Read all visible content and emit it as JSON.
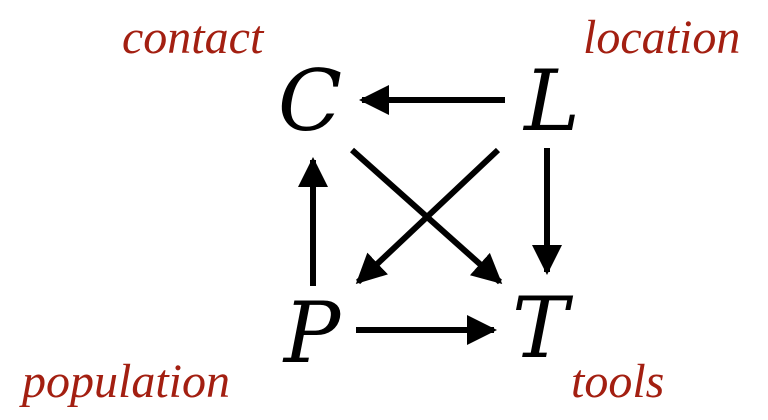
{
  "caption_color": "#a31f11",
  "arrow_color": "#000000",
  "nodes": {
    "contact": {
      "letter": "C",
      "caption": "contact"
    },
    "location": {
      "letter": "L",
      "caption": "location"
    },
    "population": {
      "letter": "P",
      "caption": "population"
    },
    "tools": {
      "letter": "T",
      "caption": "tools"
    }
  },
  "edges": [
    {
      "from": "L",
      "to": "C"
    },
    {
      "from": "L",
      "to": "T"
    },
    {
      "from": "L",
      "to": "P"
    },
    {
      "from": "C",
      "to": "T"
    },
    {
      "from": "P",
      "to": "C"
    },
    {
      "from": "P",
      "to": "T"
    }
  ]
}
